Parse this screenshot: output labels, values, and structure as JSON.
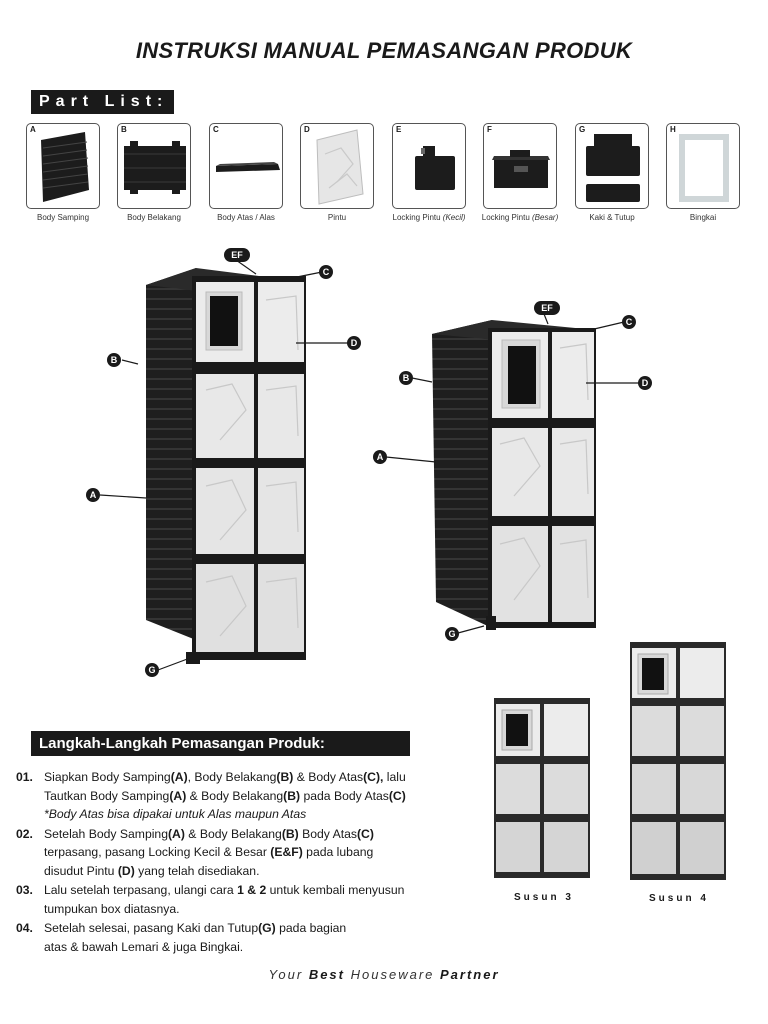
{
  "title": "INSTRUKSI MANUAL PEMASANGAN PRODUK",
  "part_list_label": "Part List:",
  "parts": [
    {
      "letter": "A",
      "caption": "Body Samping"
    },
    {
      "letter": "B",
      "caption": "Body Belakang"
    },
    {
      "letter": "C",
      "caption": "Body Atas / Alas"
    },
    {
      "letter": "D",
      "caption": "Pintu"
    },
    {
      "letter": "E",
      "caption": "Locking Pintu",
      "caption_suffix": "(Kecil)"
    },
    {
      "letter": "F",
      "caption": "Locking Pintu",
      "caption_suffix": "(Besar)"
    },
    {
      "letter": "G",
      "caption": "Kaki & Tutup"
    },
    {
      "letter": "H",
      "caption": "Bingkai"
    }
  ],
  "callouts": {
    "ef": "EF",
    "c": "C",
    "b": "B",
    "d": "D",
    "a": "A",
    "g": "G"
  },
  "steps_label": "Langkah-Langkah Pemasangan Produk:",
  "steps": [
    {
      "num": "01.",
      "l1a": "Siapkan Body Samping",
      "l1b": "(A)",
      "l1c": ", Body Belakang",
      "l1d": "(B)",
      "l1e": " & Body Atas",
      "l1f": "(C),",
      "l1g": " lalu",
      "l2a": "Tautkan  Body Samping",
      "l2b": "(A)",
      "l2c": " & Body Belakang",
      "l2d": "(B)",
      "l2e": " pada Body Atas",
      "l2f": "(C)",
      "note": "*Body Atas bisa dipakai untuk Alas maupun Atas"
    },
    {
      "num": "02.",
      "l1a": "Setelah Body Samping",
      "l1b": "(A)",
      "l1c": " & Body Belakang",
      "l1d": "(B)",
      "l1e": " Body Atas",
      "l1f": "(C)",
      "l2a": "terpasang, pasang Locking Kecil & Besar ",
      "l2b": "(E&F)",
      "l2c": " pada lubang",
      "l3a": "disudut Pintu ",
      "l3b": "(D)",
      "l3c": " yang telah disediakan."
    },
    {
      "num": "03.",
      "l1a": "Lalu setelah terpasang, ulangi cara ",
      "l1b": "1 & 2",
      "l1c": " untuk kembali menyusun",
      "l2a": "tumpukan box diatasnya."
    },
    {
      "num": "04.",
      "l1a": "Setelah selesai, pasang Kaki dan Tutup",
      "l1b": "(G)",
      "l1c": " pada bagian",
      "l2a": "atas & bawah Lemari & juga Bingkai."
    }
  ],
  "stacks": {
    "s3": "Susun 3",
    "s4": "Susun 4"
  },
  "footer": {
    "w1": "Your",
    "w2": "Best",
    "w3": "Houseware",
    "w4": "Partner"
  }
}
